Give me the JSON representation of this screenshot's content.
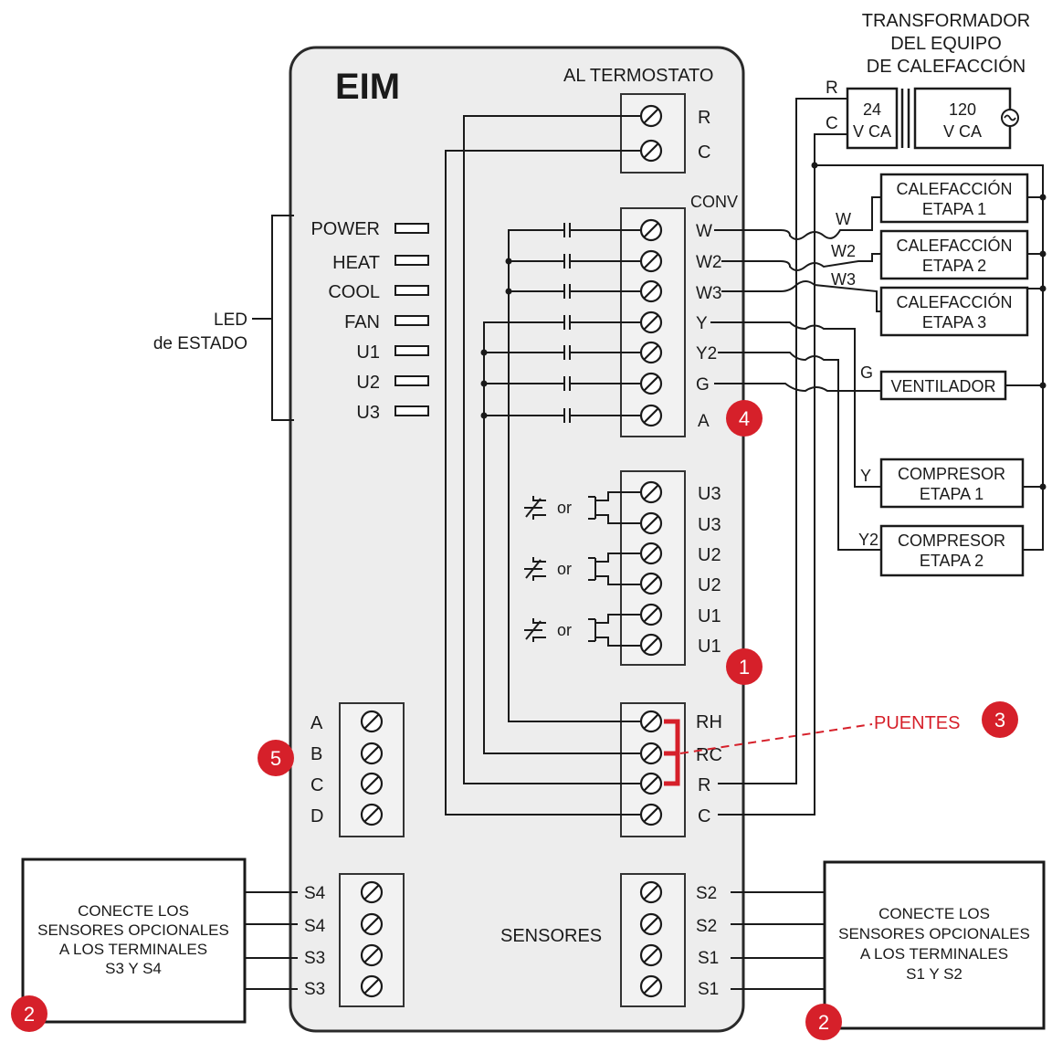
{
  "title": "EIM",
  "thermostat_header": "AL TERMOSTATO",
  "transformer": {
    "title_lines": [
      "TRANSFORMADOR",
      "DEL EQUIPO",
      "DE CALEFACCIÓN"
    ],
    "secondary_lines": [
      "24",
      "V CA"
    ],
    "primary_lines": [
      "120",
      "V CA"
    ],
    "r_label": "R",
    "c_label": "C"
  },
  "thermostat_terminals": [
    "R",
    "C"
  ],
  "conv_label": "CONV",
  "conv_terminals": [
    "W",
    "W2",
    "W3",
    "Y",
    "Y2",
    "G",
    "A"
  ],
  "universal_terminals": [
    "U3",
    "U3",
    "U2",
    "U2",
    "U1",
    "U1"
  ],
  "or_label": "or",
  "power_terminals": [
    "RH",
    "RC",
    "R",
    "C"
  ],
  "abcd_terminals": [
    "A",
    "B",
    "C",
    "D"
  ],
  "sensor_left_terminals": [
    "S4",
    "S4",
    "S3",
    "S3"
  ],
  "sensor_right_terminals": [
    "S2",
    "S2",
    "S1",
    "S1"
  ],
  "sensors_label": "SENSORES",
  "jumpers_label": "PUENTES",
  "led_label_lines": [
    "LED",
    "de ESTADO"
  ],
  "leds": [
    "POWER",
    "HEAT",
    "COOL",
    "FAN",
    "U1",
    "U2",
    "U3"
  ],
  "equipment": [
    {
      "wire": "W",
      "lines": [
        "CALEFACCIÓN",
        "ETAPA 1"
      ]
    },
    {
      "wire": "W2",
      "lines": [
        "CALEFACCIÓN",
        "ETAPA 2"
      ]
    },
    {
      "wire": "W3",
      "lines": [
        "CALEFACCIÓN",
        "ETAPA 3"
      ]
    },
    {
      "wire": "G",
      "lines": [
        "VENTILADOR"
      ]
    },
    {
      "wire": "Y",
      "lines": [
        "COMPRESOR",
        "ETAPA 1"
      ]
    },
    {
      "wire": "Y2",
      "lines": [
        "COMPRESOR",
        "ETAPA 2"
      ]
    }
  ],
  "sensor_note_left_lines": [
    "CONECTE LOS",
    "SENSORES OPCIONALES",
    "A LOS TERMINALES",
    "S3 Y S4"
  ],
  "sensor_note_right_lines": [
    "CONECTE LOS",
    "SENSORES OPCIONALES",
    "A LOS TERMINALES",
    "S1 Y S2"
  ],
  "callouts": [
    "1",
    "2",
    "3",
    "4",
    "5"
  ],
  "colors": {
    "accent_red": "#d6202a",
    "ink": "#1a1a1a",
    "panel": "#ededed"
  }
}
